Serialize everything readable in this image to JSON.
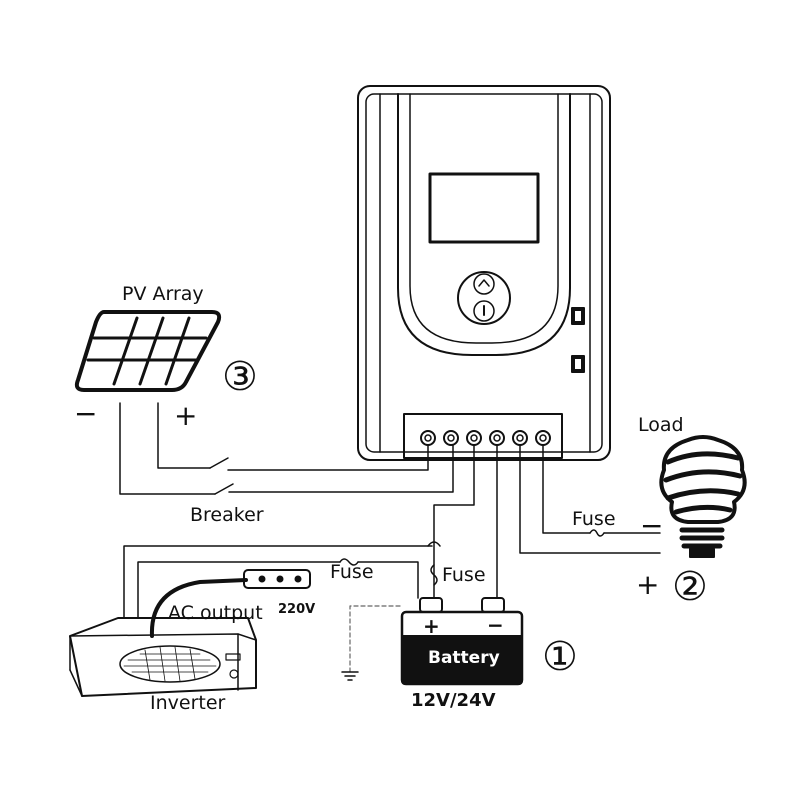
{
  "labels": {
    "pv_array": "PV Array",
    "load": "Load",
    "breaker": "Breaker",
    "fuse_load": "Fuse",
    "fuse_inverter": "Fuse",
    "fuse_battery": "Fuse",
    "ac_output": "AC output",
    "ac_voltage": "220V",
    "inverter": "Inverter",
    "battery": "Battery",
    "battery_voltage": "12V/24V"
  },
  "steps": {
    "battery": "①",
    "load": "②",
    "pv": "③"
  },
  "signs": {
    "pv_minus": "−",
    "pv_plus": "+",
    "load_minus": "−",
    "load_plus": "+",
    "battery_plus": "+",
    "battery_minus": "−"
  },
  "colors": {
    "line": "#111111",
    "background": "#ffffff",
    "dashed_ground": "#666666"
  }
}
